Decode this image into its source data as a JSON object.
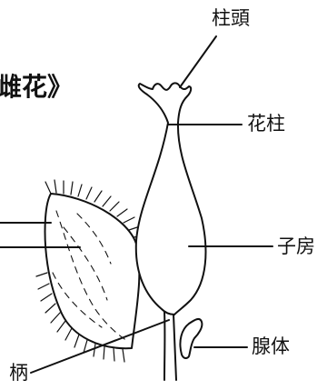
{
  "title": "雌花》",
  "labels": {
    "stigma": "柱頭",
    "style": "花柱",
    "ovary": "子房",
    "gland": "腺体",
    "stalk": "柄"
  },
  "colors": {
    "ink": "#111111",
    "background": "#ffffff"
  }
}
